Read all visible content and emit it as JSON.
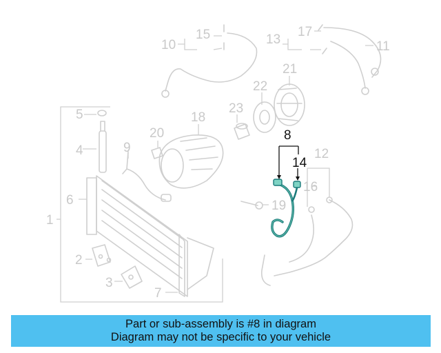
{
  "diagram": {
    "highlighted_part": "8",
    "callouts": [
      {
        "id": "1",
        "label": "1",
        "highlighted": false
      },
      {
        "id": "2",
        "label": "2",
        "highlighted": false
      },
      {
        "id": "3",
        "label": "3",
        "highlighted": false
      },
      {
        "id": "4",
        "label": "4",
        "highlighted": false
      },
      {
        "id": "5",
        "label": "5",
        "highlighted": false
      },
      {
        "id": "6",
        "label": "6",
        "highlighted": false
      },
      {
        "id": "7",
        "label": "7",
        "highlighted": false
      },
      {
        "id": "8",
        "label": "8",
        "highlighted": true
      },
      {
        "id": "9",
        "label": "9",
        "highlighted": false
      },
      {
        "id": "10",
        "label": "10",
        "highlighted": false
      },
      {
        "id": "11",
        "label": "11",
        "highlighted": false
      },
      {
        "id": "12",
        "label": "12",
        "highlighted": false
      },
      {
        "id": "13",
        "label": "13",
        "highlighted": false
      },
      {
        "id": "14",
        "label": "14",
        "highlighted": true
      },
      {
        "id": "15",
        "label": "15",
        "highlighted": false
      },
      {
        "id": "16",
        "label": "16",
        "highlighted": false
      },
      {
        "id": "17",
        "label": "17",
        "highlighted": false
      },
      {
        "id": "18",
        "label": "18",
        "highlighted": false
      },
      {
        "id": "19",
        "label": "19",
        "highlighted": false
      },
      {
        "id": "20",
        "label": "20",
        "highlighted": false
      },
      {
        "id": "21",
        "label": "21",
        "highlighted": false
      },
      {
        "id": "22",
        "label": "22",
        "highlighted": false
      },
      {
        "id": "23",
        "label": "23",
        "highlighted": false
      }
    ],
    "colors": {
      "faded_part": "#cfcfcf",
      "highlight_hose": "#1a7a7a",
      "highlight_label": "#111111"
    }
  },
  "banner": {
    "line1": "Part or sub-assembly is #8 in diagram",
    "line2": "Diagram may not be specific to your vehicle",
    "background": "#4fc0f0"
  }
}
